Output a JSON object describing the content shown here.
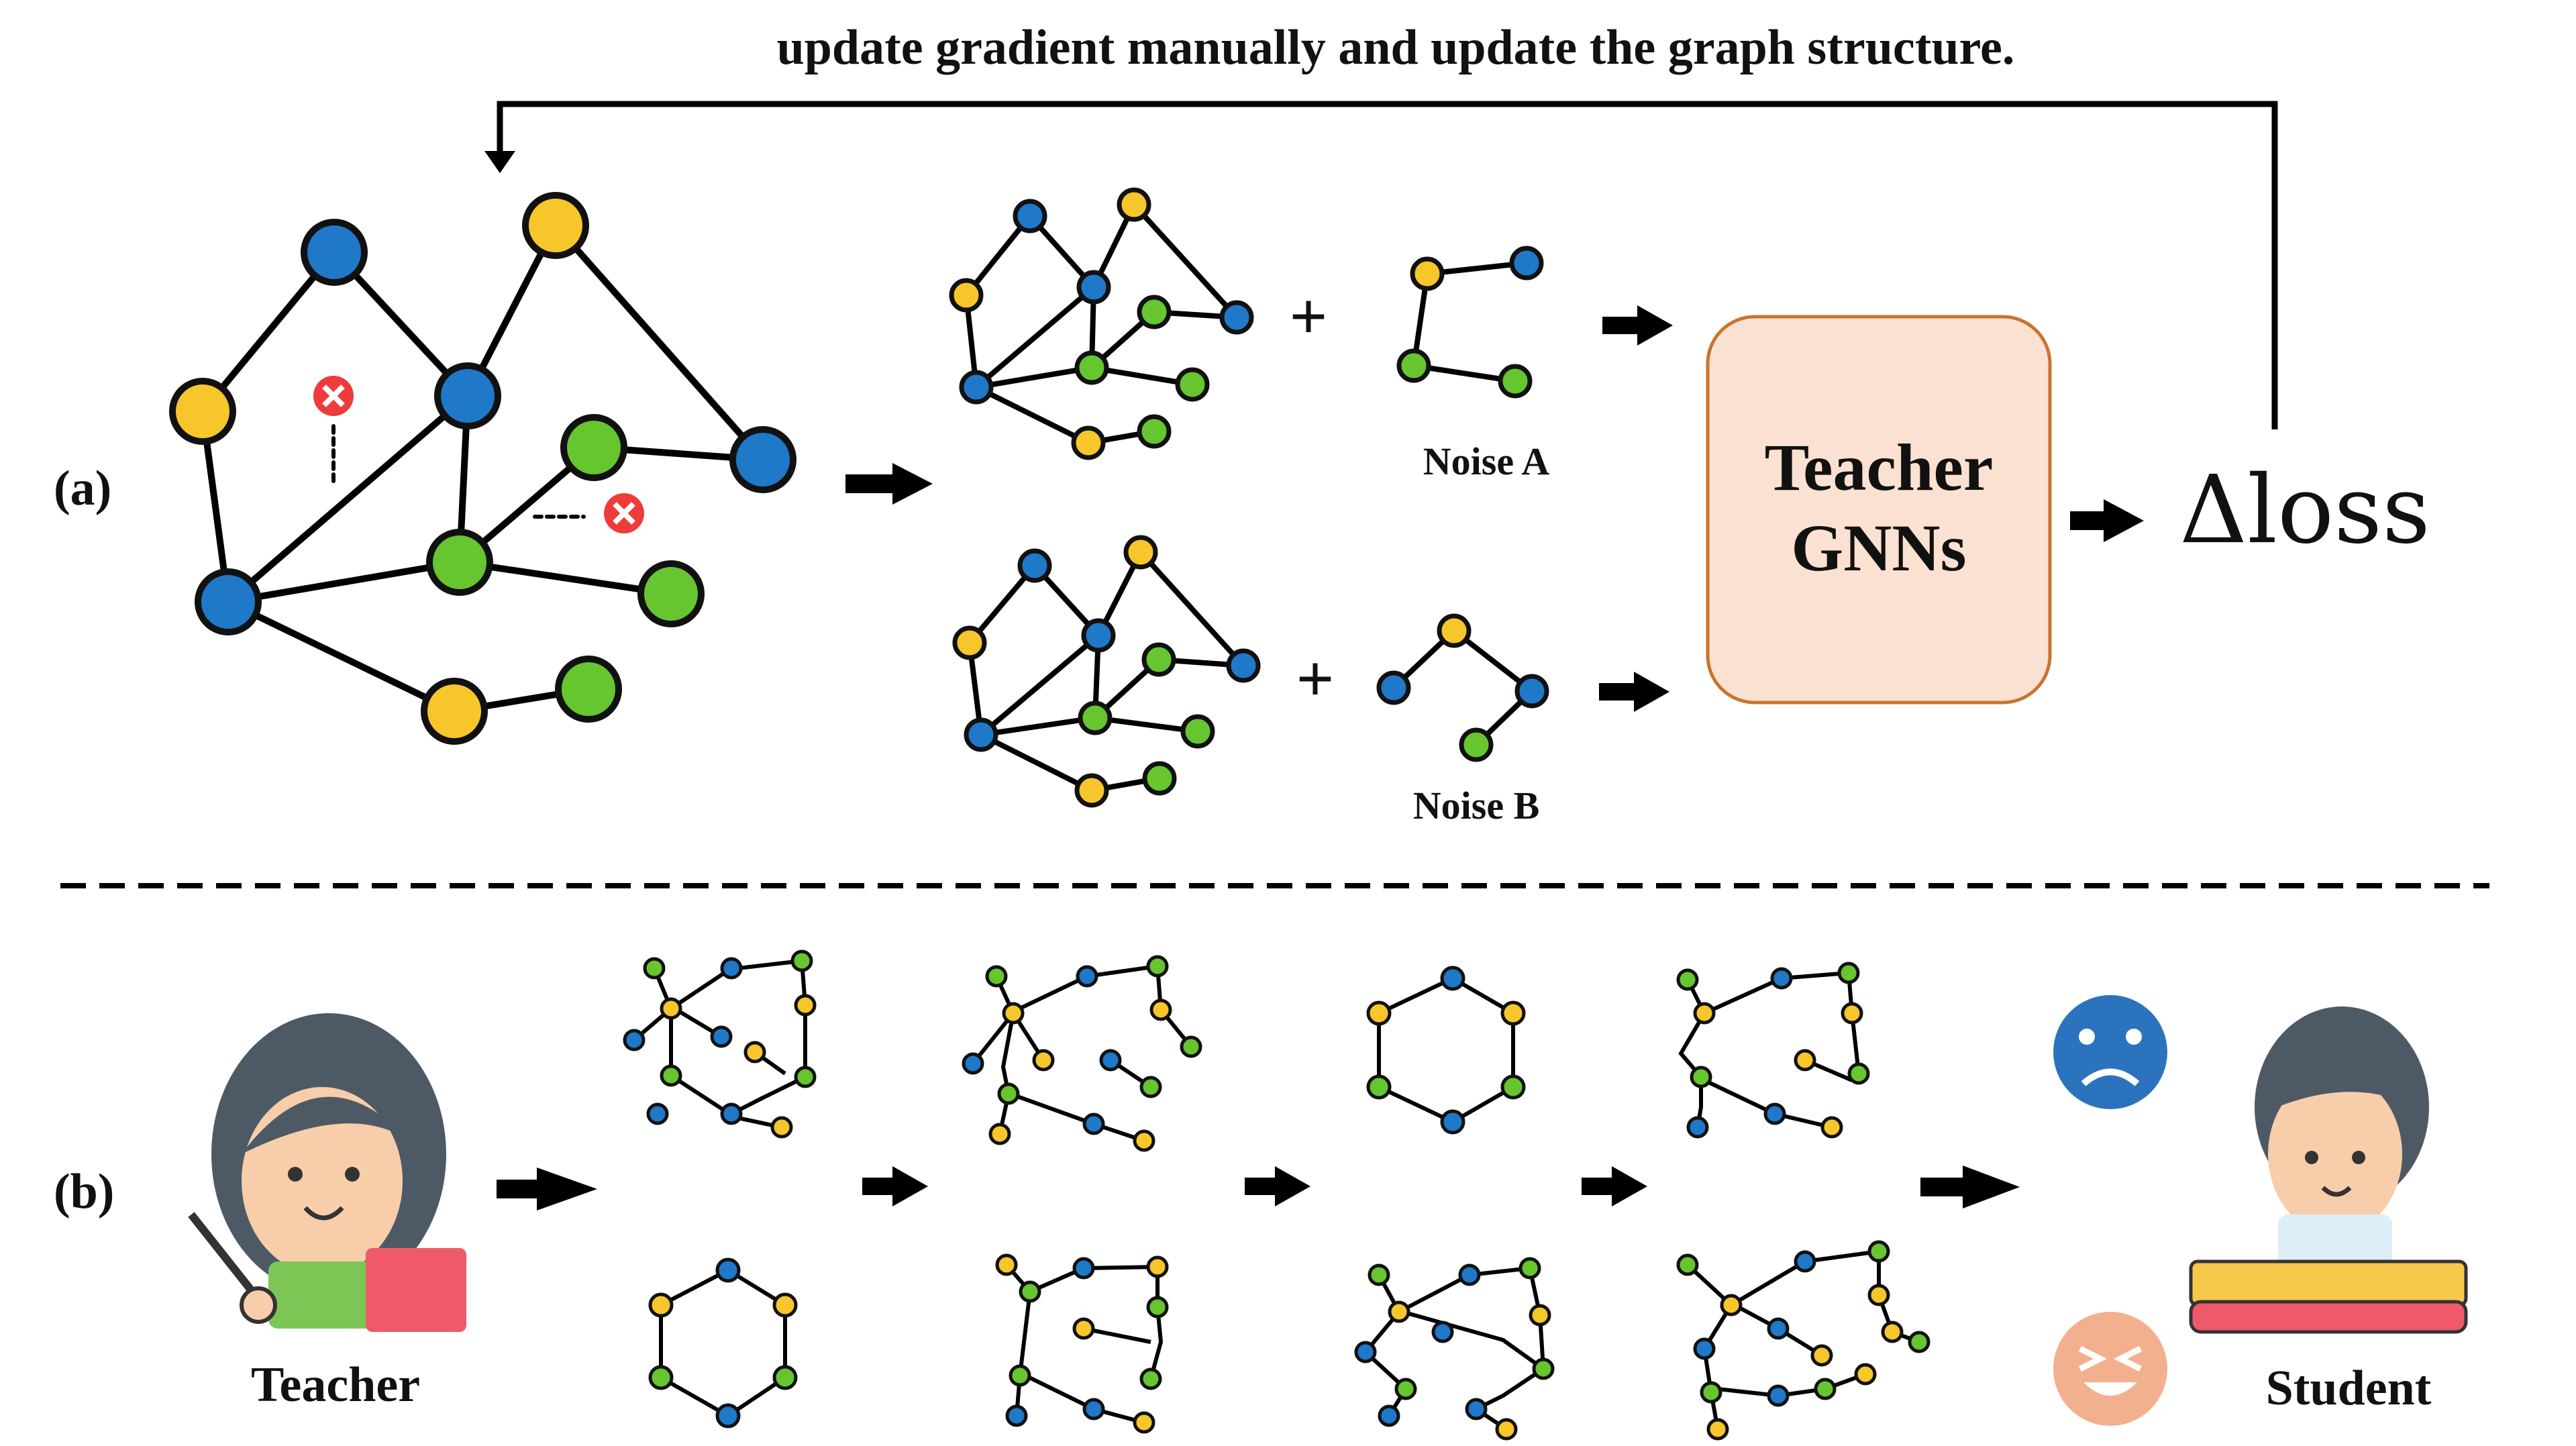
{
  "top_caption": "update gradient manually and update the graph structure.",
  "panel_a": {
    "label": "(a)",
    "noise_a": "Noise A",
    "noise_b": "Noise B",
    "teacher_box": {
      "line1": "Teacher",
      "line2": "GNNs"
    },
    "loss_label": "Δloss"
  },
  "panel_b": {
    "label": "(b)",
    "teacher_caption": "Teacher",
    "student_caption": "Student"
  },
  "colors": {
    "blue": "#1f78c8",
    "yellow": "#f6c62b",
    "green": "#67c52f",
    "teacher_box_fill": "#fbe1d1",
    "teacher_box_border": "#c8742e",
    "sad_face": "#2c73bd",
    "happy_face": "#f3b08e",
    "remove_mark": "#ee3b3b"
  },
  "icons": [
    "remove-edge-icon",
    "sad-face-icon",
    "happy-face-icon",
    "teacher-avatar-icon",
    "student-avatar-icon",
    "arrow-icon"
  ]
}
